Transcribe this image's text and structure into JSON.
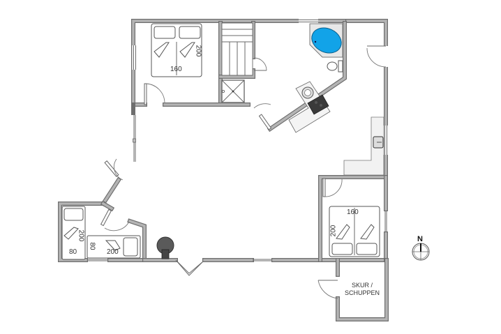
{
  "plan": {
    "title": "Floor plan",
    "colors": {
      "wall_fill": "#a8a8a8",
      "wall_outline": "#505050",
      "tub_water": "#12a3e8",
      "stove": "#3a3a3a",
      "stove_chimney": "#5a5a5a"
    },
    "labels": {
      "bed_top_width": "160",
      "bed_top_length": "200",
      "bed_right_width": "160",
      "bed_right_length": "200",
      "bunk_length": "200",
      "bunk_width": "80",
      "bed_bottom_length": "200",
      "bed_bottom_width": "80",
      "shed_line1": "SKUR /",
      "shed_line2": "SCHUPPEN",
      "compass": "N"
    },
    "rooms": [
      {
        "id": "bedroom-1",
        "bed_size": "160 x 200"
      },
      {
        "id": "stairs"
      },
      {
        "id": "shower"
      },
      {
        "id": "bathroom",
        "fixtures": [
          "spa-tub",
          "toilet",
          "sink"
        ]
      },
      {
        "id": "kitchen",
        "fixtures": [
          "sink",
          "hob"
        ]
      },
      {
        "id": "living-room",
        "fixtures": [
          "wood-stove"
        ]
      },
      {
        "id": "bedroom-2",
        "bed_size": "160 x 200"
      },
      {
        "id": "bedroom-3",
        "bed_sizes": [
          "80 x 200",
          "80 x 200"
        ]
      },
      {
        "id": "shed",
        "label": "SKUR / SCHUPPEN"
      }
    ]
  }
}
